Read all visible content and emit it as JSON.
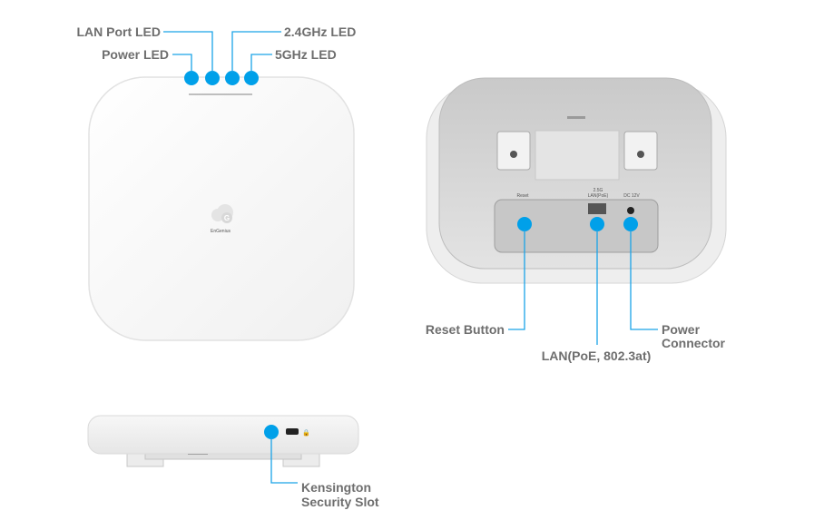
{
  "colors": {
    "accent": "#00a0e9",
    "label": "#6e6e6e"
  },
  "front": {
    "labels": {
      "lan_port_led": "LAN Port LED",
      "power_led": "Power LED",
      "led_24": "2.4GHz LED",
      "led_5": "5GHz LED"
    },
    "brand": "EnGenius"
  },
  "back": {
    "port_labels": {
      "reset": "Reset",
      "lan": "2.5G",
      "lan2": "LAN(PoE)",
      "dc": "DC 12V"
    },
    "labels": {
      "reset_button": "Reset Button",
      "lan_poe": "LAN(PoE, 802.3at)",
      "power_1": "Power",
      "power_2": "Connector"
    }
  },
  "side": {
    "labels": {
      "kensington_1": "Kensington",
      "kensington_2": "Security Slot"
    }
  }
}
